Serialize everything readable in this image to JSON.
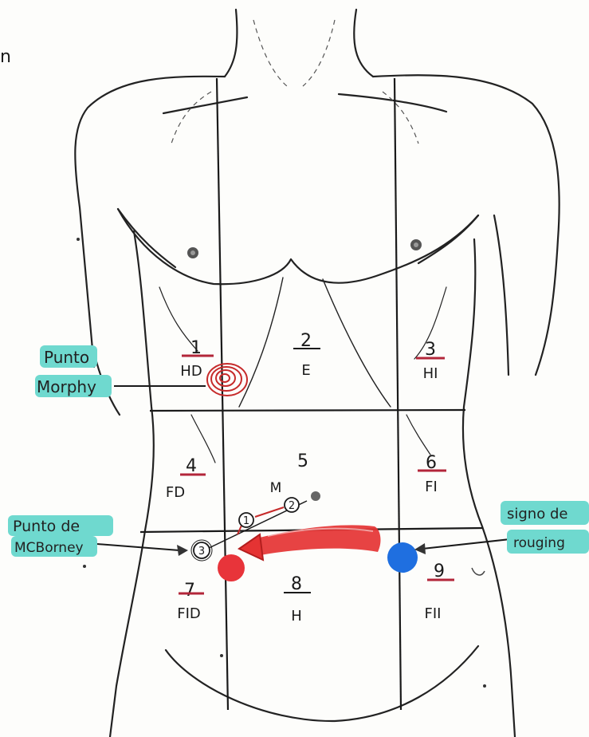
{
  "edge_mark": "n",
  "regions": [
    {
      "number": "1",
      "abbr": "HD"
    },
    {
      "number": "2",
      "abbr": "E"
    },
    {
      "number": "3",
      "abbr": "HI"
    },
    {
      "number": "4",
      "abbr": "FD"
    },
    {
      "number": "5",
      "abbr": "M"
    },
    {
      "number": "6",
      "abbr": "FI"
    },
    {
      "number": "7",
      "abbr": "FID"
    },
    {
      "number": "8",
      "abbr": "H"
    },
    {
      "number": "9",
      "abbr": "FII"
    }
  ],
  "annotations": {
    "murphy": {
      "line1": "Punto",
      "line2": "Morphy"
    },
    "mcburney": {
      "line1": "Punto de",
      "line2": "MCBorney"
    },
    "rovsing": {
      "line1": "signo de",
      "line2": "rouging"
    }
  },
  "markers": [
    "1",
    "2",
    "3"
  ],
  "colors": {
    "ink": "#1a1a1a",
    "underline": "#b3263a",
    "highlight": "#6fd9cf",
    "murphy_spiral": "#c62a2a",
    "arrow_red": "#e53333",
    "dot_red": "#e8343a",
    "dot_blue": "#1f6fe0"
  }
}
